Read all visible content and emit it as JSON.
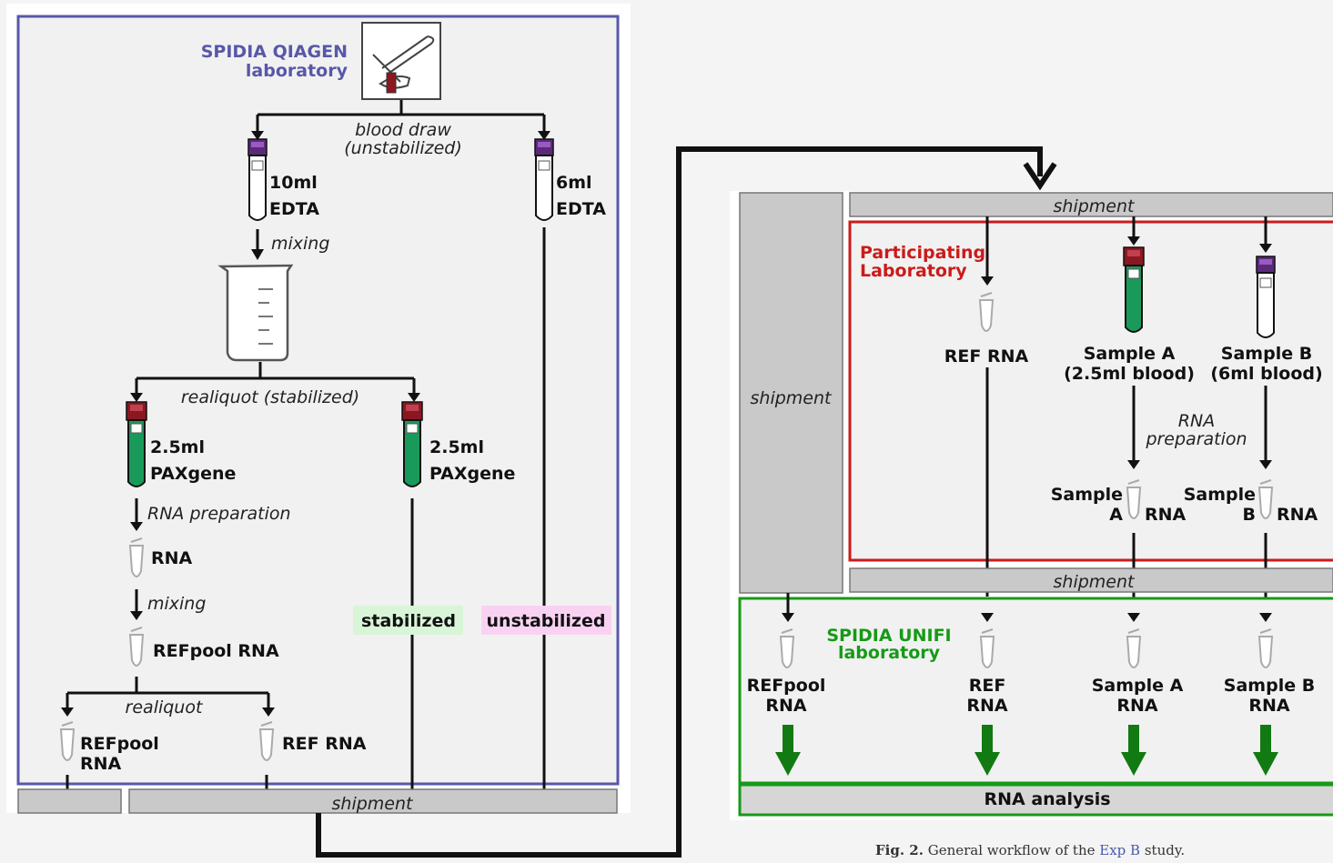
{
  "left_panel": {
    "lab_title_line1": "SPIDIA QIAGEN",
    "lab_title_line2": "laboratory",
    "blood_draw_line1": "blood draw",
    "blood_draw_line2": "(unstabilized)",
    "tube_10ml_line1": "10ml",
    "tube_10ml_line2": "EDTA",
    "tube_6ml_line1": "6ml",
    "tube_6ml_line2": "EDTA",
    "mixing_1": "mixing",
    "realiquot_stabilized": "realiquot (stabilized)",
    "paxgene_left_line1": "2.5ml",
    "paxgene_left_line2": "PAXgene",
    "paxgene_right_line1": "2.5ml",
    "paxgene_right_line2": "PAXgene",
    "rna_preparation": "RNA preparation",
    "rna": "RNA",
    "mixing_2": "mixing",
    "refpool_rna": "REFpool RNA",
    "stabilized_badge": "stabilized",
    "unstabilized_badge": "unstabilized",
    "realiquot": "realiquot",
    "refpool_bottom_line1": "REFpool",
    "refpool_bottom_line2": "RNA",
    "ref_rna_bottom": "REF RNA",
    "shipment": "shipment"
  },
  "right_panel": {
    "shipment_top": "shipment",
    "shipment_side": "shipment",
    "shipment_mid": "shipment",
    "participating_line1": "Participating",
    "participating_line2": "Laboratory",
    "ref_rna": "REF RNA",
    "sample_a_line1": "Sample A",
    "sample_a_line2": "(2.5ml blood)",
    "sample_b_line1": "Sample B",
    "sample_b_line2": "(6ml blood)",
    "rna_prep_line1": "RNA",
    "rna_prep_line2": "preparation",
    "sample_a_rna_l1": "Sample",
    "sample_a_rna_l2": "A",
    "sample_a_rna_r": "RNA",
    "sample_b_rna_l1": "Sample",
    "sample_b_rna_l2": "B",
    "sample_b_rna_r": "RNA",
    "unifi_line1": "SPIDIA UNIFI",
    "unifi_line2": "laboratory",
    "refpool_line1": "REFpool",
    "refpool_line2": "RNA",
    "ref_line1": "REF",
    "ref_line2": "RNA",
    "samplea_line1": "Sample A",
    "samplea_line2": "RNA",
    "sampleb_line1": "Sample B",
    "sampleb_line2": "RNA",
    "rna_analysis": "RNA analysis"
  },
  "caption": {
    "fig": "Fig. 2.",
    "pre": " General workflow of the ",
    "exp": "Exp B",
    "post": " study."
  },
  "colors": {
    "qiagen_blue": "#5858a8",
    "participating_red": "#cc1a1a",
    "unifi_green": "#169a16",
    "stabilized_bg": "#d8f5d8",
    "unstabilized_bg": "#f9d2f2",
    "tube_green": "#1a9a5a",
    "cap_red": "#8a1820",
    "cap_purple": "#5a2a7a",
    "bar_gray": "#c9c9c9"
  }
}
